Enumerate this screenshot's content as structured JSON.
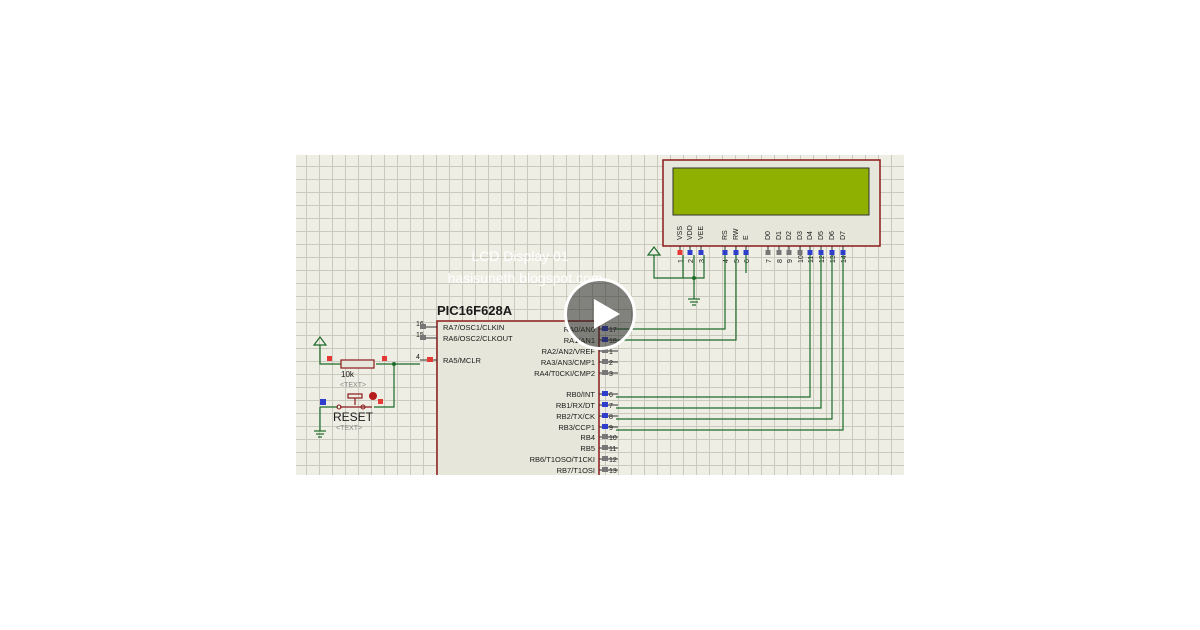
{
  "video": {
    "overlay_title": "LCD Display 01",
    "overlay_subtitle": "hasisuneth.blogspot.com"
  },
  "schematic": {
    "mcu": {
      "name": "PIC16F628A",
      "left_pins": [
        {
          "num": "16",
          "label": "RA7/OSC1/CLKIN"
        },
        {
          "num": "15",
          "label": "RA6/OSC2/CLKOUT"
        },
        {
          "num": "4",
          "label": "RA5/MCLR"
        }
      ],
      "right_pins": [
        {
          "num": "17",
          "label": "RA0/AN0"
        },
        {
          "num": "18",
          "label": "RA1/AN1"
        },
        {
          "num": "1",
          "label": "RA2/AN2/VREF"
        },
        {
          "num": "2",
          "label": "RA3/AN3/CMP1"
        },
        {
          "num": "3",
          "label": "RA4/T0CKI/CMP2"
        },
        {
          "num": "6",
          "label": "RB0/INT"
        },
        {
          "num": "7",
          "label": "RB1/RX/DT"
        },
        {
          "num": "8",
          "label": "RB2/TX/CK"
        },
        {
          "num": "9",
          "label": "RB3/CCP1"
        },
        {
          "num": "10",
          "label": "RB4"
        },
        {
          "num": "11",
          "label": "RB5"
        },
        {
          "num": "12",
          "label": "RB6/T1OSO/T1CKI"
        },
        {
          "num": "13",
          "label": "RB7/T1OSI"
        }
      ]
    },
    "lcd": {
      "pins": [
        {
          "num": "1",
          "label": "VSS"
        },
        {
          "num": "2",
          "label": "VDD"
        },
        {
          "num": "3",
          "label": "VEE"
        },
        {
          "num": "4",
          "label": "RS"
        },
        {
          "num": "5",
          "label": "RW"
        },
        {
          "num": "6",
          "label": "E"
        },
        {
          "num": "7",
          "label": "D0"
        },
        {
          "num": "8",
          "label": "D1"
        },
        {
          "num": "9",
          "label": "D2"
        },
        {
          "num": "10",
          "label": "D3"
        },
        {
          "num": "11",
          "label": "D4"
        },
        {
          "num": "12",
          "label": "D5"
        },
        {
          "num": "13",
          "label": "D6"
        },
        {
          "num": "14",
          "label": "D7"
        }
      ],
      "screen_color": "#8fb000"
    },
    "resistor": {
      "value": "10k",
      "text_placeholder": "<TEXT>"
    },
    "button": {
      "label": "RESET",
      "text_placeholder": "<TEXT>"
    },
    "colors": {
      "wire": "#1d6b2b",
      "component": "#8b1a1a",
      "pin_red": "#e53935",
      "pin_blue": "#2f3dcc"
    }
  }
}
